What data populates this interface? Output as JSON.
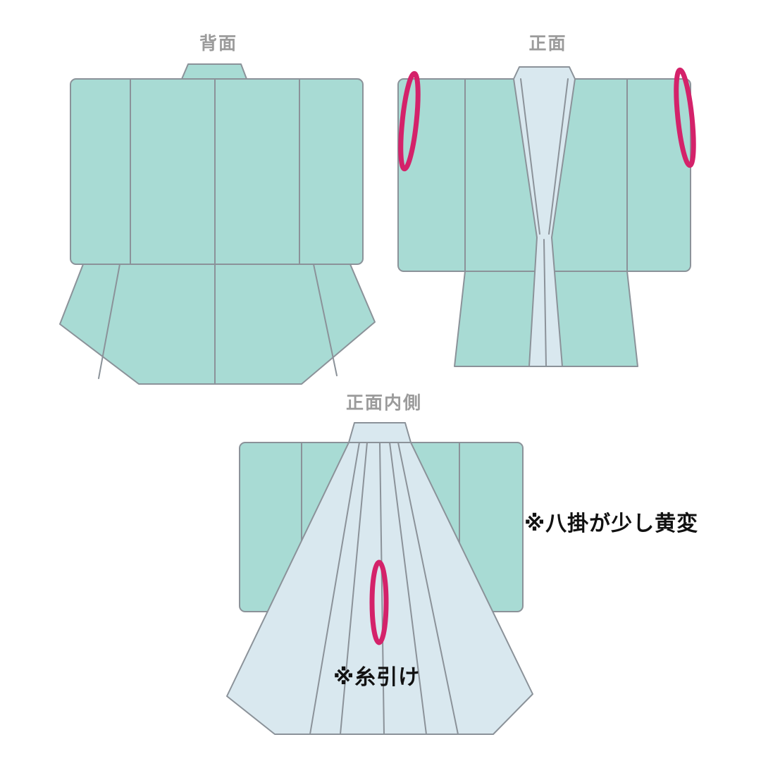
{
  "colors": {
    "garment": "#a8dbd4",
    "lining": "#d9e8ef",
    "outline": "#8b9299",
    "marker": "#d4226a",
    "label": "#9b9b9b",
    "annotation": "#111111"
  },
  "views": {
    "back": {
      "label": "背面"
    },
    "front": {
      "label": "正面"
    },
    "inside": {
      "label": "正面内側"
    }
  },
  "annotations": {
    "yellowing": {
      "text": "※八掛が少し黄変"
    },
    "thread_pull": {
      "text": "※糸引け"
    }
  },
  "markers": {
    "shape": "ellipse-outline",
    "front_left_sleeve": "damage-marker",
    "front_right_sleeve": "damage-marker",
    "inside_center": "damage-marker"
  }
}
